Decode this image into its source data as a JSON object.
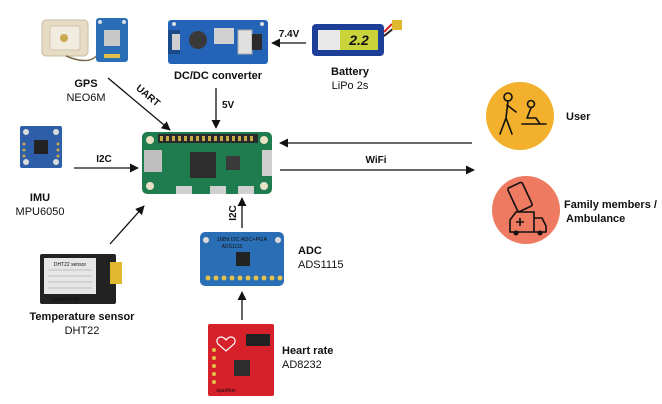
{
  "components": {
    "gps": {
      "title": "GPS",
      "model": "NEO6M"
    },
    "dcdc": {
      "title": "DC/DC converter"
    },
    "battery": {
      "title": "Battery",
      "model": "LiPo 2s",
      "pack_label": "2.2"
    },
    "imu": {
      "title": "IMU",
      "model": "MPU6050"
    },
    "temp": {
      "title": "Temperature sensor",
      "model": "DHT22",
      "board_label": "DHT22 sensor",
      "brand": "keyestudio"
    },
    "adc": {
      "title": "ADC",
      "model": "ADS1115",
      "board_line1": "16Bit I2C ADC+PGA",
      "board_line2": "ADS1115"
    },
    "heart": {
      "title": "Heart rate",
      "model": "AD8232",
      "brand": "sparkfun"
    },
    "user": {
      "title": "User"
    },
    "family": {
      "title_line1": "Family members /",
      "title_line2": "Ambulance"
    }
  },
  "links": {
    "battery_dcdc": "7.4V",
    "gps_uart": "UART",
    "dcdc_5v": "5V",
    "imu_i2c": "I2C",
    "adc_i2c": "I2C",
    "wifi": "WiFi"
  },
  "colors": {
    "user_circle": "#F2B02C",
    "family_circle": "#EE7A61",
    "pi_board": "#1E7C4E",
    "imu_board": "#2F5EA8",
    "adc_board": "#2A6FB5",
    "heart_board": "#D6202A",
    "dcdc_board": "#2364B8",
    "battery_body": "#1D3E99",
    "arrow": "#111111"
  },
  "icons": {
    "user": "caregiver-and-patient-icon",
    "family": "phone-and-ambulance-icon"
  }
}
